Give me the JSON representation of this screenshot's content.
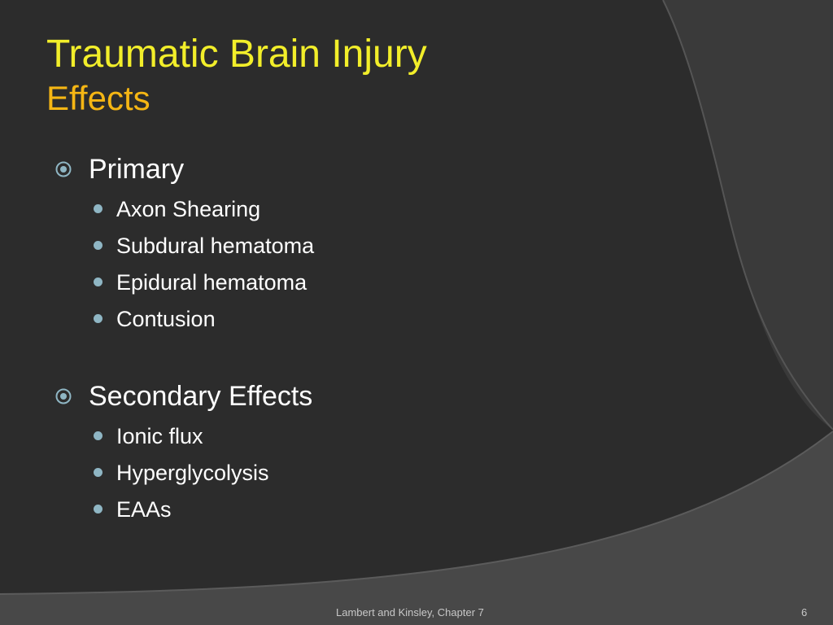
{
  "slide": {
    "title": "Traumatic Brain Injury",
    "subtitle": "Effects",
    "colors": {
      "background": "#2c2c2c",
      "title": "#f2ee2a",
      "subtitle": "#f5b614",
      "bullet_accent": "#8fb6c4",
      "text": "#ffffff"
    },
    "sections": [
      {
        "label": "Primary",
        "bullet_icon": "circled-dot-bullet-icon",
        "items": [
          "Axon Shearing",
          "Subdural hematoma",
          "Epidural hematoma",
          "Contusion"
        ]
      },
      {
        "label": "Secondary Effects",
        "bullet_icon": "circled-dot-bullet-icon",
        "items": [
          "Ionic flux",
          "Hyperglycolysis",
          "EAAs"
        ]
      }
    ],
    "footer": {
      "text": "Lambert and Kinsley, Chapter 7",
      "page_number": "6"
    }
  }
}
